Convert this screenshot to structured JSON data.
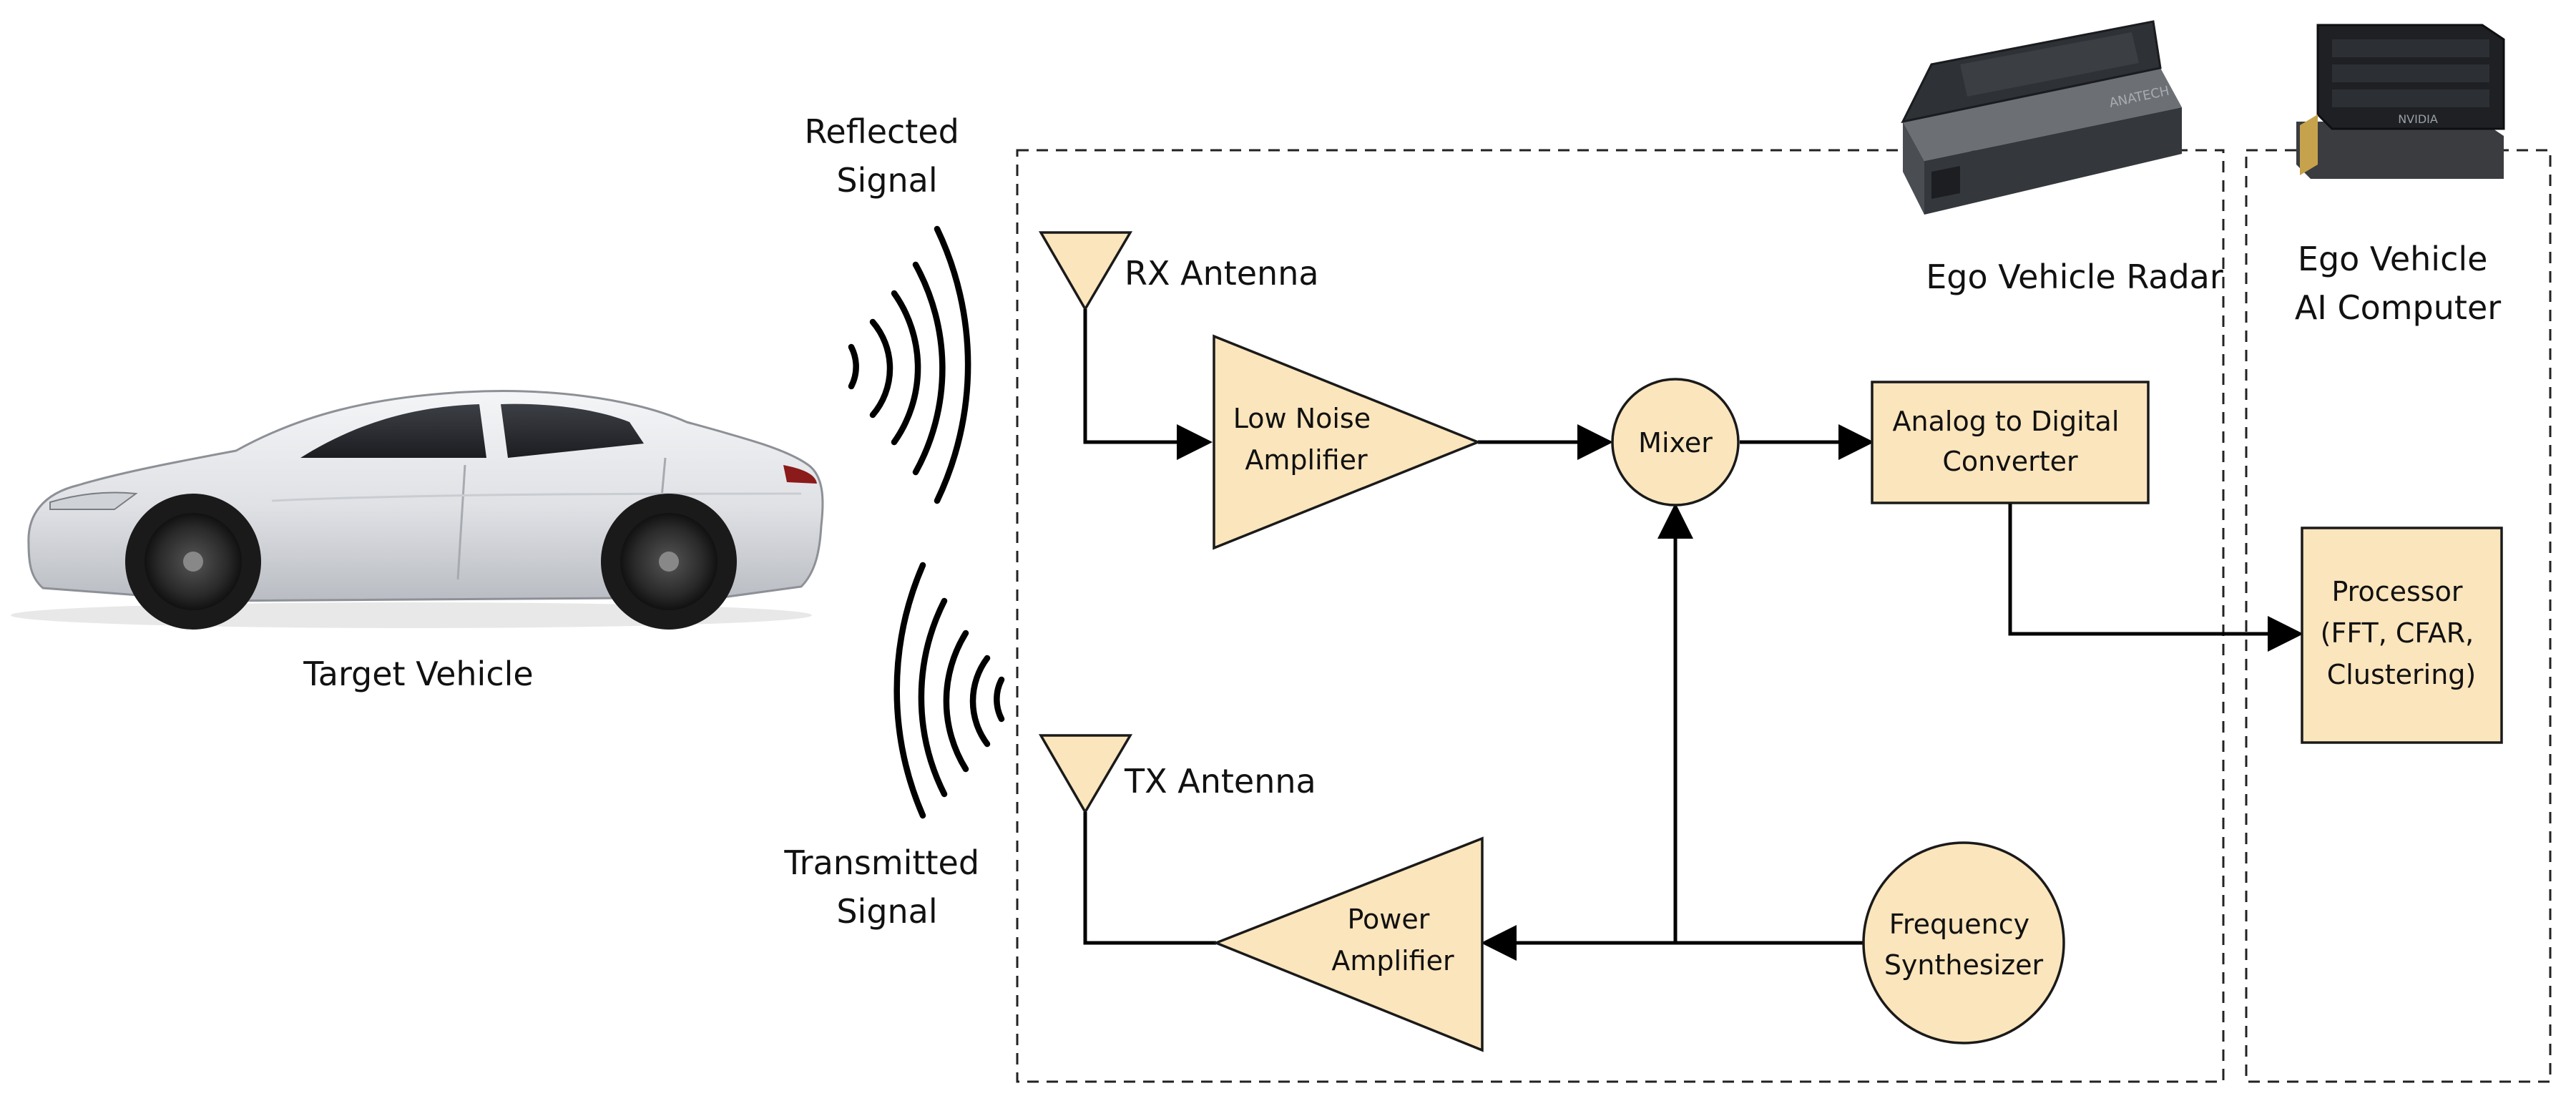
{
  "colors": {
    "block_fill": "#fbe5bc",
    "line": "#000000",
    "background": "#ffffff"
  },
  "labels": {
    "target_vehicle": "Target Vehicle",
    "reflected_signal": [
      "Reflected",
      "Signal"
    ],
    "transmitted_signal": [
      "Transmitted",
      "Signal"
    ],
    "rx_antenna": "RX Antenna",
    "tx_antenna": "TX Antenna",
    "ego_vehicle_radar": "Ego Vehicle Radar",
    "ego_vehicle_ai_computer": [
      "Ego Vehicle",
      "AI Computer"
    ]
  },
  "blocks": {
    "low_noise_amplifier": [
      "Low Noise",
      "Amplifier"
    ],
    "mixer": "Mixer",
    "adc": [
      "Analog to Digital",
      "Converter"
    ],
    "power_amplifier": [
      "Power",
      "Amplifier"
    ],
    "frequency_synthesizer": [
      "Frequency",
      "Synthesizer"
    ],
    "processor": [
      "Processor",
      "(FFT, CFAR,",
      "Clustering)"
    ]
  },
  "hardware": {
    "radar_logo": "ANATECH",
    "computer_logo": "NVIDIA"
  }
}
